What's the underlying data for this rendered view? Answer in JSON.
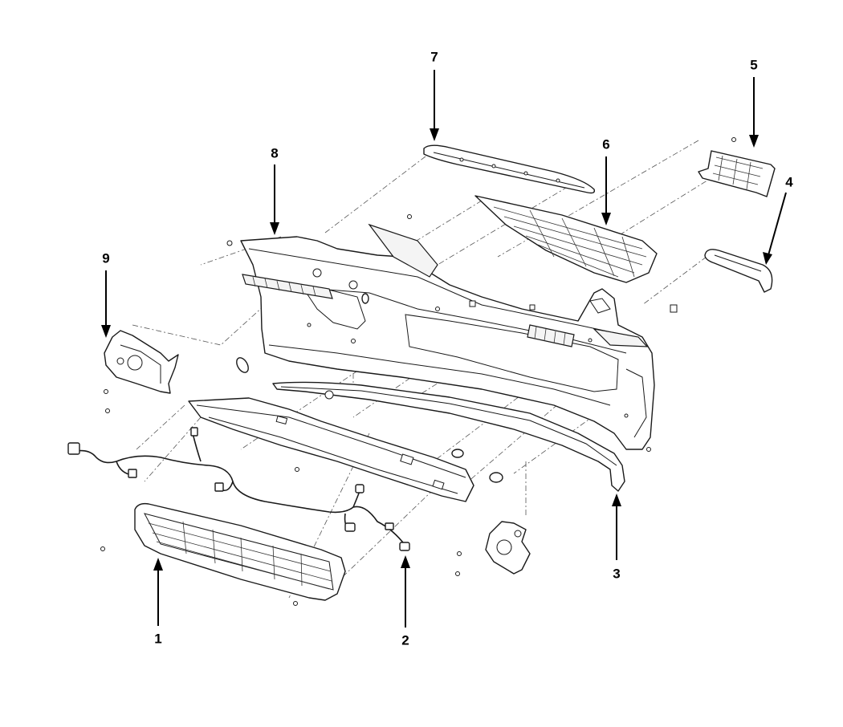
{
  "diagram": {
    "callouts": [
      {
        "id": "1",
        "label": "1"
      },
      {
        "id": "2",
        "label": "2"
      },
      {
        "id": "3",
        "label": "3"
      },
      {
        "id": "4",
        "label": "4"
      },
      {
        "id": "5",
        "label": "5"
      },
      {
        "id": "6",
        "label": "6"
      },
      {
        "id": "7",
        "label": "7"
      },
      {
        "id": "8",
        "label": "8"
      },
      {
        "id": "9",
        "label": "9"
      }
    ]
  },
  "colors": {
    "line": "#1a1a1a",
    "background": "#ffffff"
  }
}
